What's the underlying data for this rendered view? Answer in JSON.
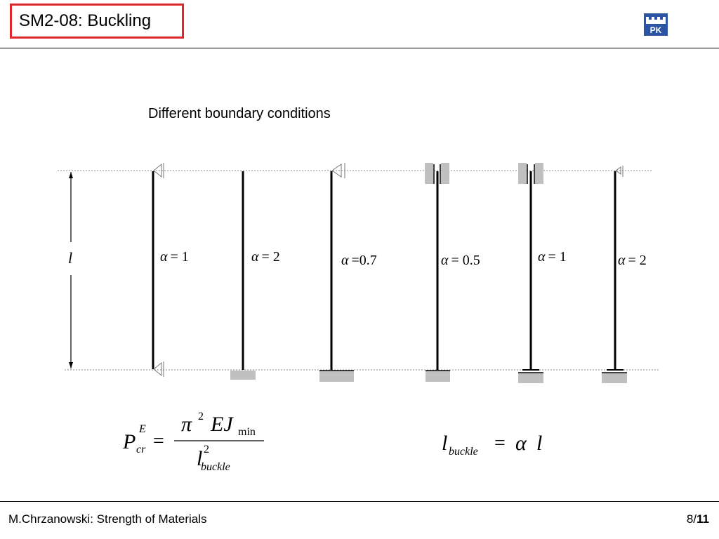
{
  "header": {
    "title": "SM2-08: Buckling",
    "logo_text": "PK"
  },
  "main": {
    "subtitle": "Different boundary conditions",
    "length_symbol": "l",
    "columns": [
      {
        "alpha_symbol": "α",
        "eq": "= 1"
      },
      {
        "alpha_symbol": "α",
        "eq": "= 2"
      },
      {
        "alpha_symbol": "α",
        "eq": "=0.7"
      },
      {
        "alpha_symbol": "α",
        "eq": "= 0.5"
      },
      {
        "alpha_symbol": "α",
        "eq": "= 1"
      },
      {
        "alpha_symbol": "α",
        "eq": "= 2"
      }
    ],
    "formula_critical": {
      "P": "P",
      "sup": "E",
      "sub": "cr",
      "eq": "=",
      "pi": "π",
      "pi_exp": "2",
      "EJ": "EJ",
      "min": "min",
      "l": "l",
      "l_exp": "2",
      "l_sub": "buckle"
    },
    "formula_length": {
      "l": "l",
      "sub": "buckle",
      "eq": "=",
      "alpha": "α",
      "l2": "l"
    }
  },
  "footer": {
    "author": "M.Chrzanowski: Strength of Materials",
    "page": "8/",
    "total": "11"
  },
  "colors": {
    "title_border": "#e0262b",
    "logo_blue": "#2b55a3",
    "support_gray": "#c0c0c0"
  }
}
